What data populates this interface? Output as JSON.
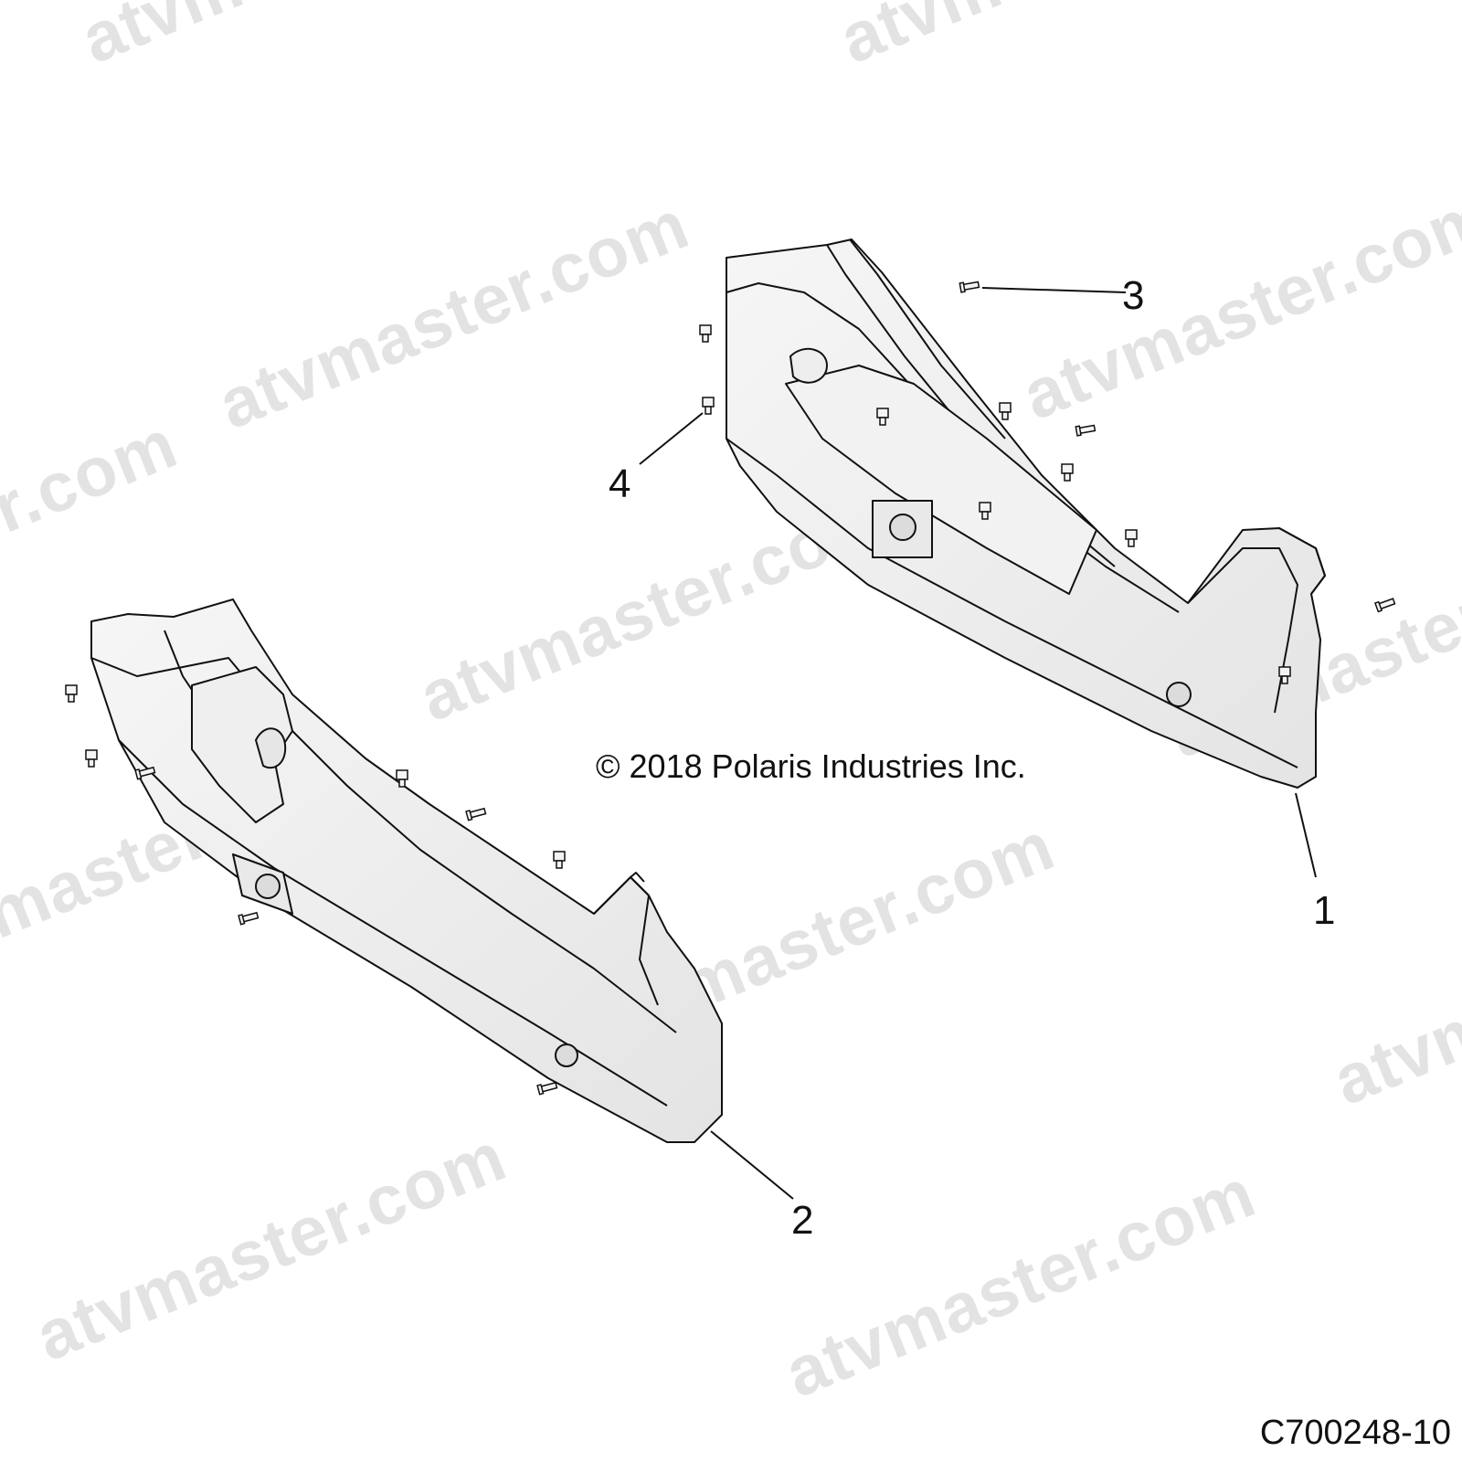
{
  "watermark": "atvmaster.com",
  "callouts": {
    "c1": "1",
    "c2": "2",
    "c3": "3",
    "c4": "4"
  },
  "copyright": "© 2018 Polaris Industries Inc.",
  "figure_id": "C700248-10"
}
